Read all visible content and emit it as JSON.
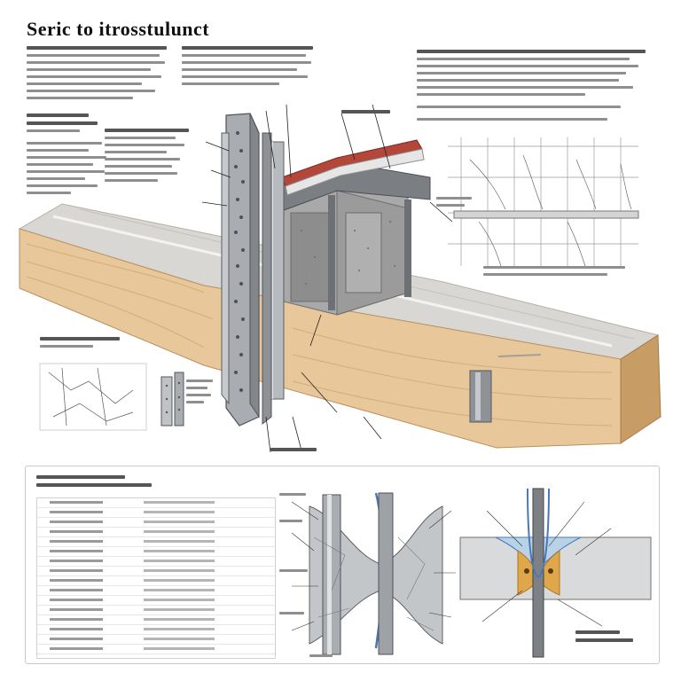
{
  "header": {
    "title": "Seric to itrosstulunct"
  },
  "colors": {
    "wood": "#e8c79a",
    "wood_dark": "#c89c65",
    "steel": "#a9adb1",
    "steel_dark": "#6d7175",
    "accent_red": "#b2473a",
    "accent_orange": "#d99a3d",
    "accent_blue": "#4a78b8"
  },
  "icons": [
    "beam-section-illustration",
    "steel-bracket-illustration",
    "joint-detail-icon"
  ]
}
